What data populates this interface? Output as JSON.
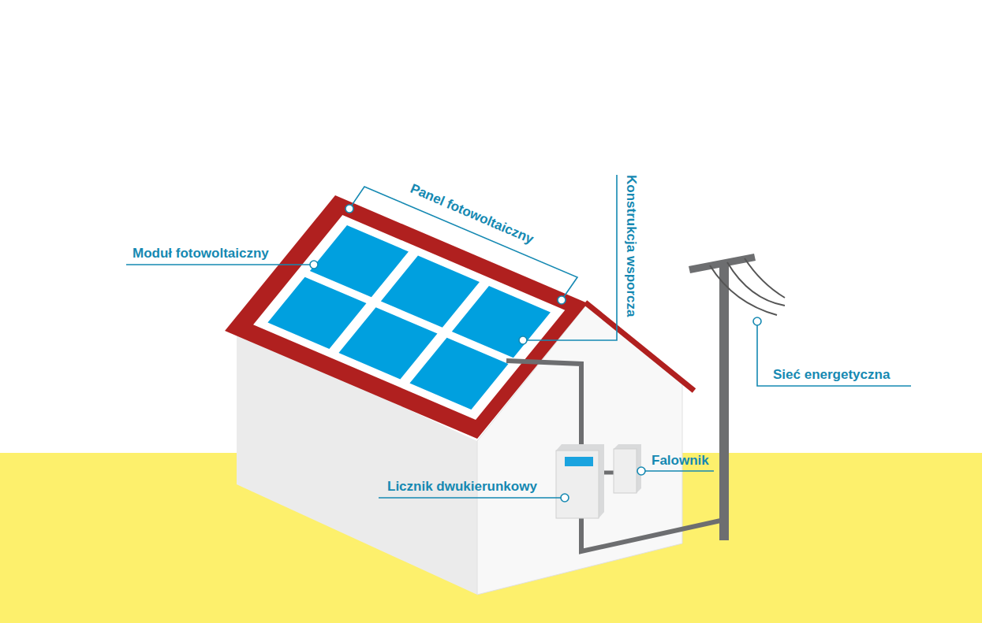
{
  "diagram": {
    "labels": [
      "Panel fotowoltaiczny",
      "Konstrukcja wsporcza",
      "Moduł fotowoltaiczny",
      "Sieć energetyczna",
      "Falownik",
      "Licznik dwukierunkowy"
    ]
  }
}
